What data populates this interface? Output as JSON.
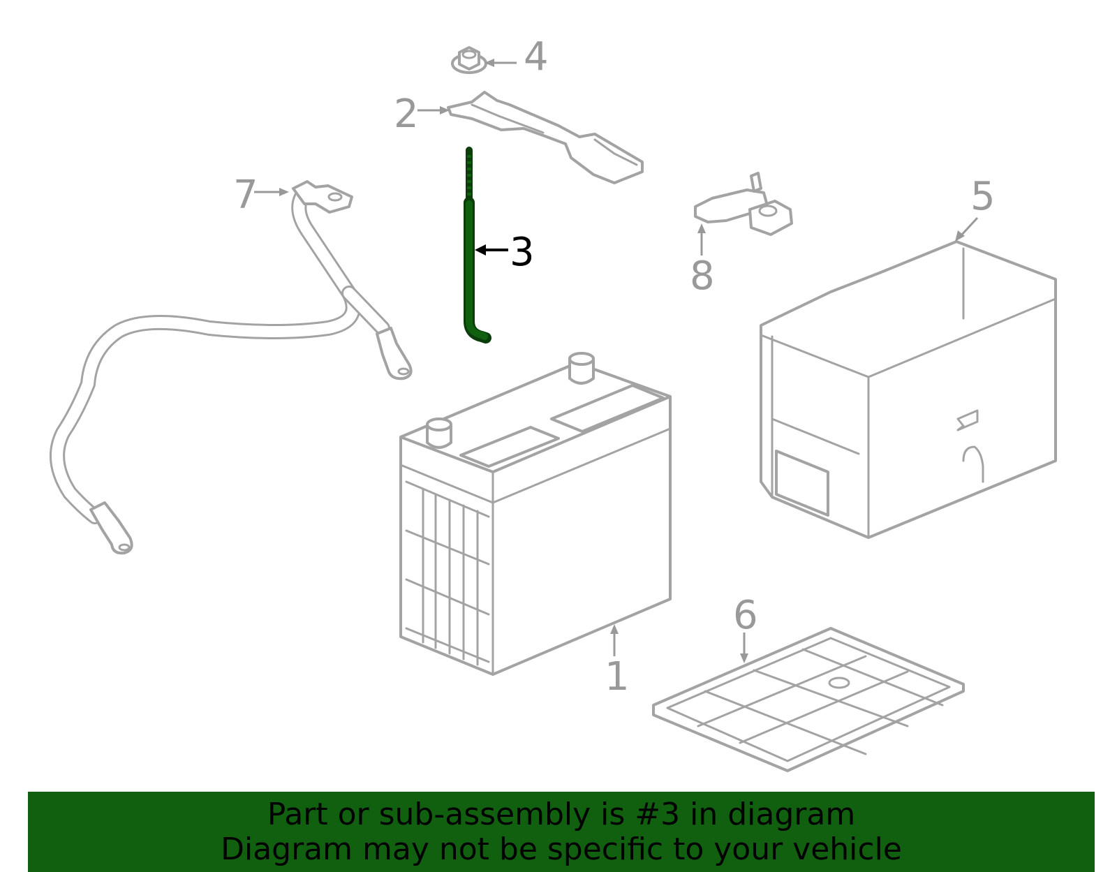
{
  "callouts": [
    {
      "number": "1",
      "highlighted": false
    },
    {
      "number": "2",
      "highlighted": false
    },
    {
      "number": "3",
      "highlighted": true
    },
    {
      "number": "4",
      "highlighted": false
    },
    {
      "number": "5",
      "highlighted": false
    },
    {
      "number": "6",
      "highlighted": false
    },
    {
      "number": "7",
      "highlighted": false
    },
    {
      "number": "8",
      "highlighted": false
    }
  ],
  "banner": {
    "line1": "Part or sub-assembly is #3 in diagram",
    "line2": "Diagram may not be specific to your vehicle"
  },
  "colors": {
    "highlight_part": "#106010",
    "line_art": "#a3a3a3",
    "banner_background": "#106010",
    "banner_text": "#000000"
  }
}
